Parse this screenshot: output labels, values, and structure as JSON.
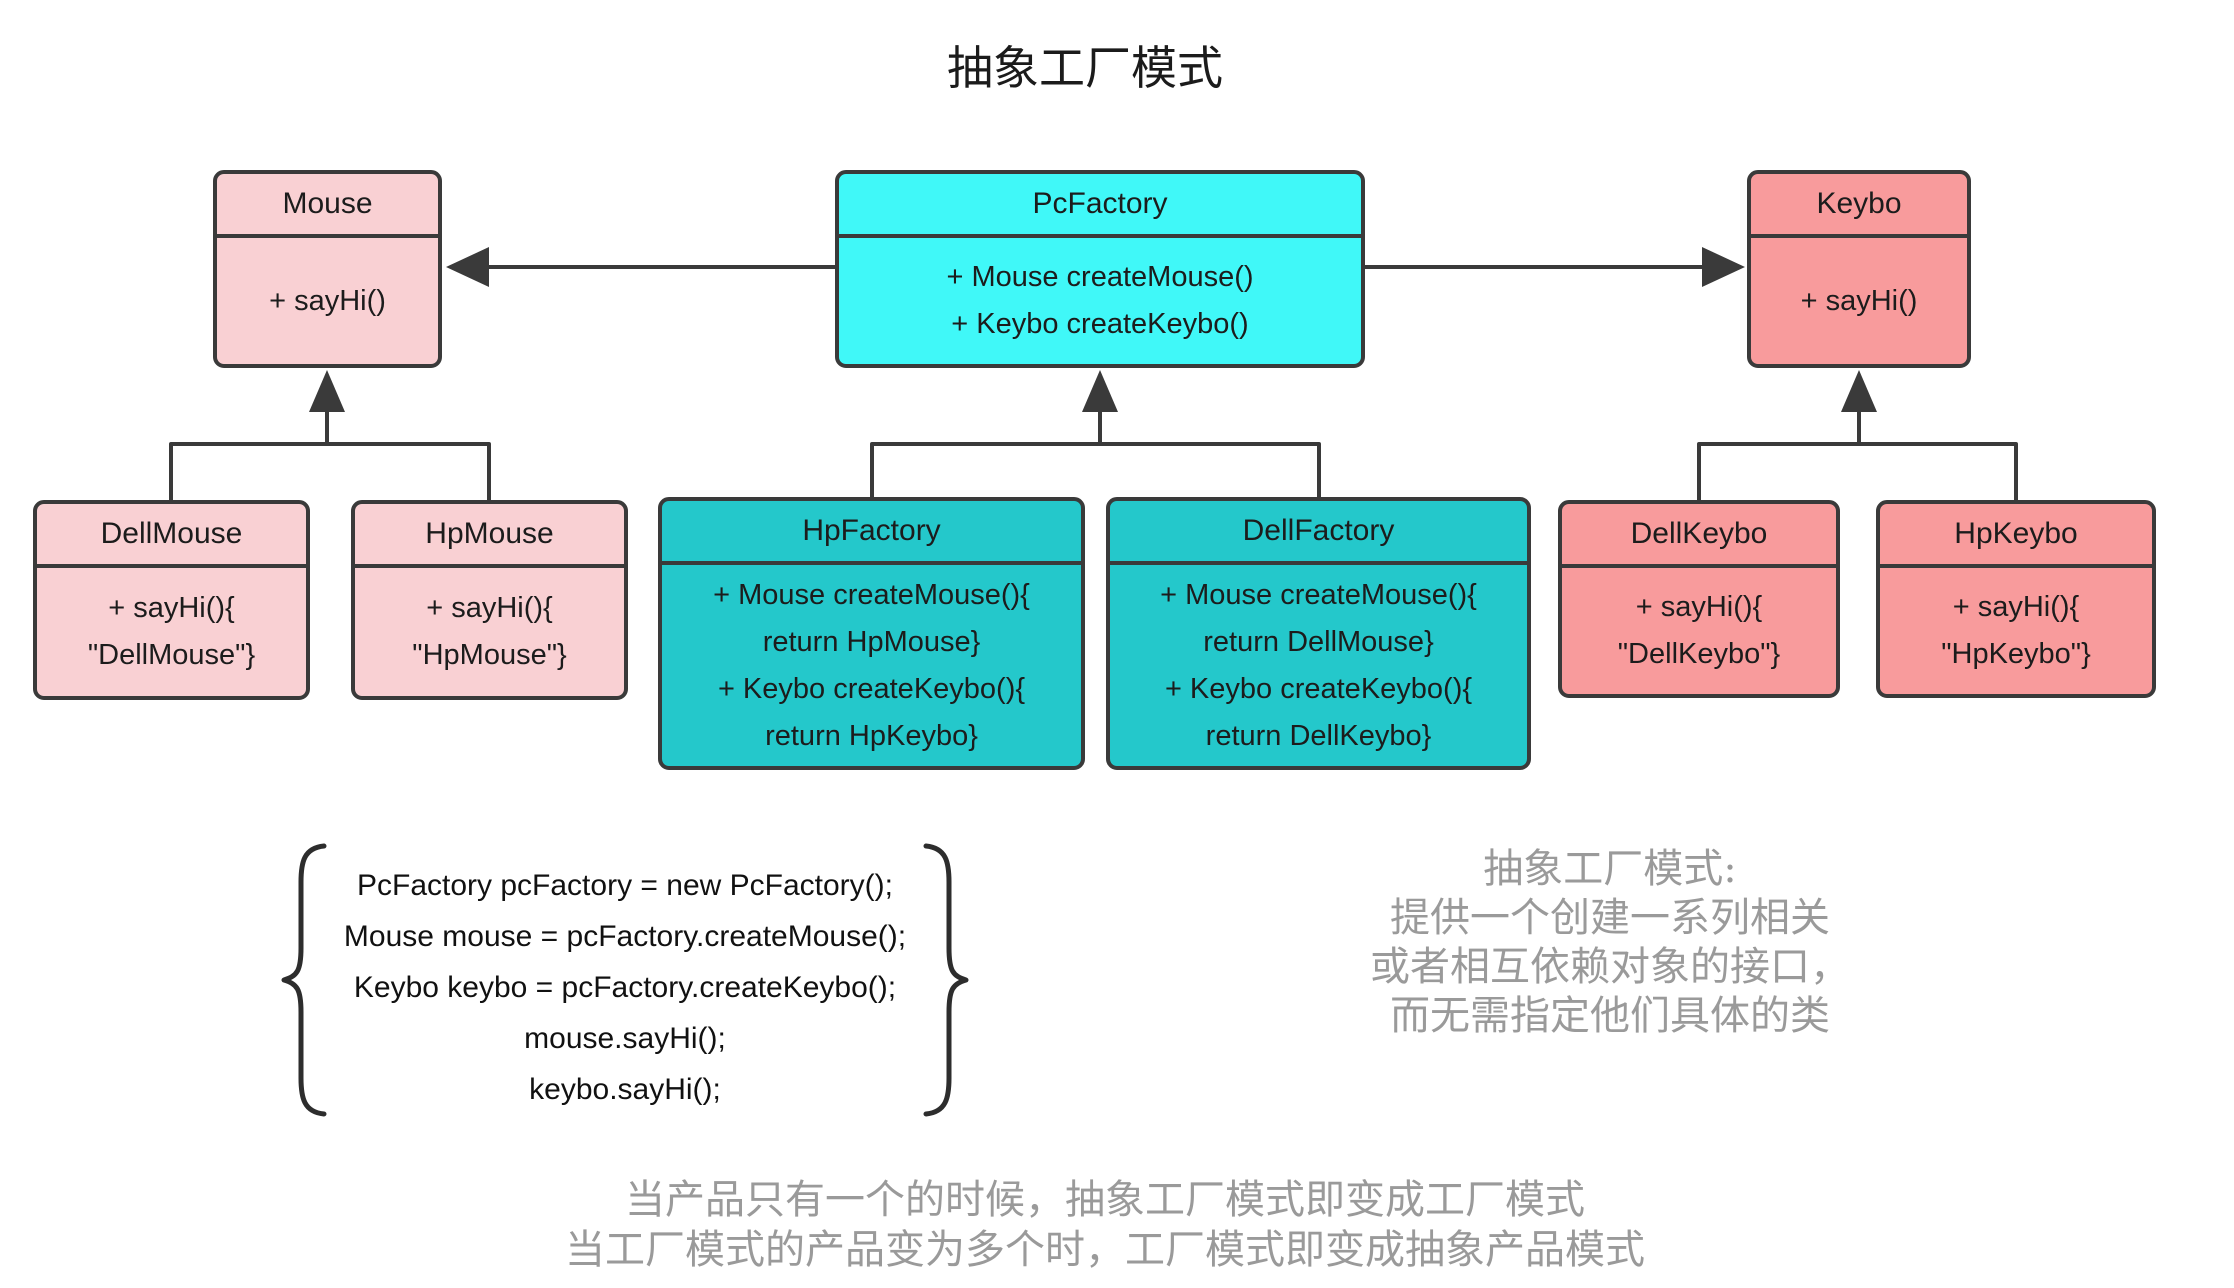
{
  "title": "抽象工厂模式",
  "classes": [
    {
      "name": "Mouse",
      "members": [
        "+ sayHi()"
      ]
    },
    {
      "name": "PcFactory",
      "members": [
        "+ Mouse createMouse()",
        "+ Keybo createKeybo()"
      ]
    },
    {
      "name": "Keybo",
      "members": [
        "+ sayHi()"
      ]
    },
    {
      "name": "DellMouse",
      "members": [
        "+ sayHi(){",
        "\"DellMouse\"}"
      ]
    },
    {
      "name": "HpMouse",
      "members": [
        "+ sayHi(){",
        "\"HpMouse\"}"
      ]
    },
    {
      "name": "HpFactory",
      "members": [
        "+ Mouse createMouse(){",
        "return HpMouse}",
        "+ Keybo createKeybo(){",
        "return HpKeybo}"
      ]
    },
    {
      "name": "DellFactory",
      "members": [
        "+ Mouse createMouse(){",
        "return DellMouse}",
        "+ Keybo createKeybo(){",
        "return DellKeybo}"
      ]
    },
    {
      "name": "DellKeybo",
      "members": [
        "+ sayHi(){",
        "\"DellKeybo\"}"
      ]
    },
    {
      "name": "HpKeybo",
      "members": [
        "+ sayHi(){",
        "\"HpKeybo\"}"
      ]
    }
  ],
  "code_block": {
    "lines": [
      "PcFactory pcFactory = new PcFactory();",
      "Mouse mouse = pcFactory.createMouse();",
      "Keybo keybo = pcFactory.createKeybo();",
      "mouse.sayHi();",
      "keybo.sayHi();"
    ]
  },
  "notes": {
    "right": [
      "抽象工厂模式:",
      "提供一个创建一系列相关",
      "或者相互依赖对象的接口，",
      "而无需指定他们具体的类"
    ],
    "bottom": [
      "当产品只有一个的时候，抽象工厂模式即变成工厂模式",
      "当工厂模式的产品变为多个时，工厂模式即变成抽象产品模式"
    ]
  },
  "colors": {
    "abstract_product_left": "#f9d0d3",
    "abstract_factory": "#40f8f8",
    "concrete_factory": "#24c8cb",
    "abstract_product_right": "#f89b9c",
    "line": "#3a3a3a",
    "note_text": "#9a9a9a"
  }
}
